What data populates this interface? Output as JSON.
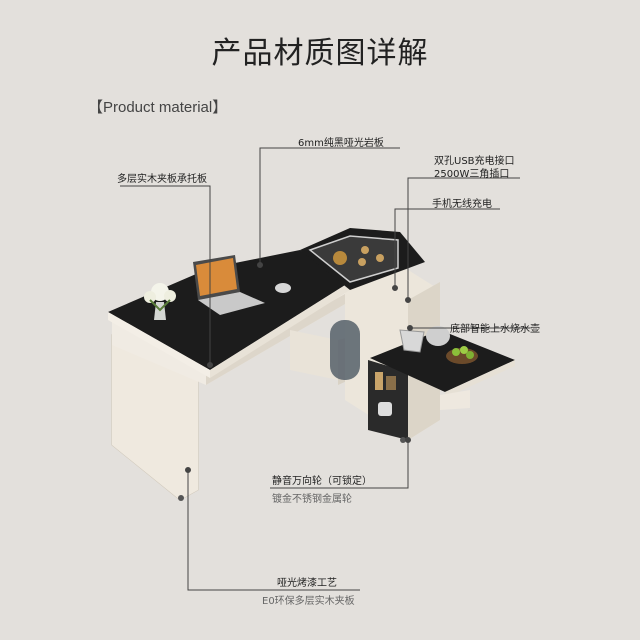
{
  "header": {
    "title": "产品材质图详解",
    "section_tag": "【Product material】"
  },
  "callouts": {
    "slate_top": "6mm纯黑哑光岩板",
    "plywood_support": "多层实木夹板承托板",
    "usb_port": "双孔USB充电接口",
    "socket": "2500W三角插口",
    "wireless_charge": "手机无线充电",
    "kettle": "底部智能上水烧水壶",
    "wheel_title": "静音万向轮（可锁定）",
    "wheel_sub": "镀金不锈钢金属轮",
    "paint_title": "哑光烤漆工艺",
    "paint_sub": "E0环保多层实木夹板"
  },
  "colors": {
    "background": "#e3e0dc",
    "desk_top": "#1c1c1c",
    "cabinet": "#ece6db"
  }
}
